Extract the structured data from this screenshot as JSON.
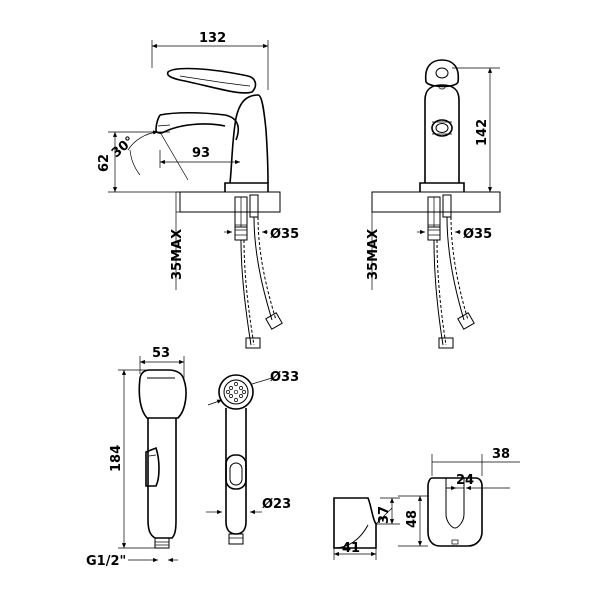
{
  "dimensions": {
    "width_132": "132",
    "height_142": "142",
    "spout_93": "93",
    "height_62": "62",
    "angle_30": "30°",
    "dia_35_left": "Ø35",
    "dia_35_right": "Ø35",
    "max_35_left": "35MAX",
    "max_35_right": "35MAX",
    "width_53": "53",
    "height_184": "184",
    "dia_33": "Ø33",
    "dia_23": "Ø23",
    "thread_g12": "G1/2\"",
    "width_38": "38",
    "width_24": "24",
    "height_37": "37",
    "height_48": "48",
    "width_41": "41"
  }
}
